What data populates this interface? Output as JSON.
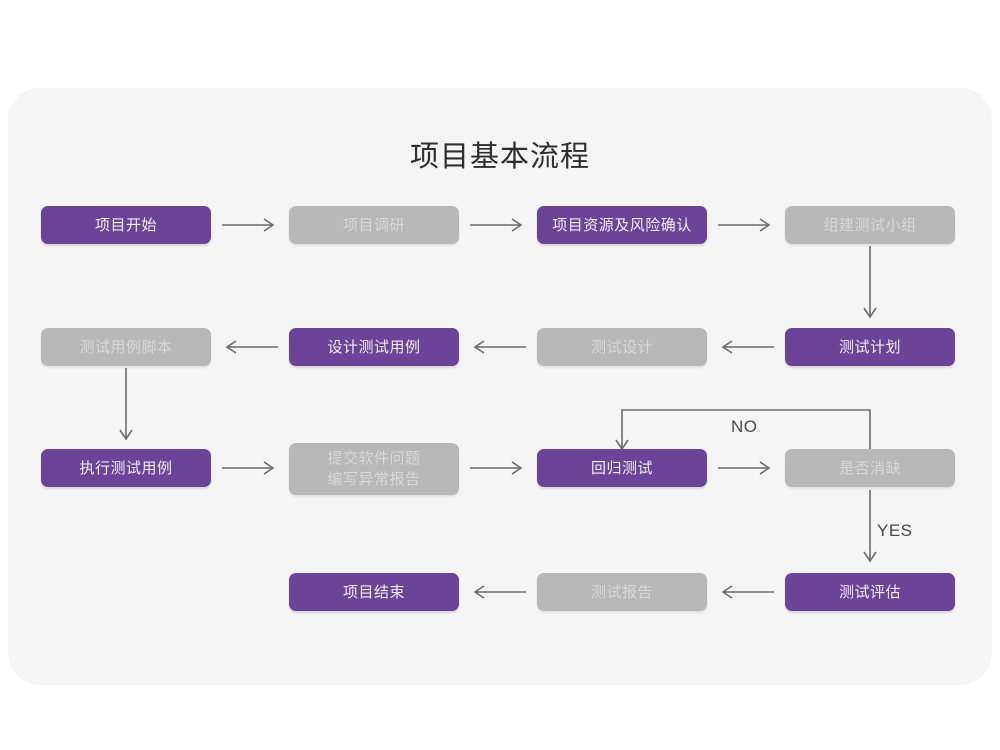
{
  "page": {
    "title": "项目基本流程",
    "background_color": "#ffffff",
    "card_color": "#f5f5f5",
    "accent_purple": "#6b4399",
    "accent_gray": "#b8b8b8"
  },
  "chart_data": {
    "type": "diagram",
    "title": "项目基本流程",
    "nodes": [
      {
        "id": "n1",
        "label": "项目开始",
        "style": "purple",
        "row": 1,
        "col": 1
      },
      {
        "id": "n2",
        "label": "项目调研",
        "style": "gray",
        "row": 1,
        "col": 2
      },
      {
        "id": "n3",
        "label": "项目资源及风险确认",
        "style": "purple",
        "row": 1,
        "col": 3
      },
      {
        "id": "n4",
        "label": "组建测试小组",
        "style": "gray",
        "row": 1,
        "col": 4
      },
      {
        "id": "n5",
        "label": "测试计划",
        "style": "purple",
        "row": 2,
        "col": 4
      },
      {
        "id": "n6",
        "label": "测试设计",
        "style": "gray",
        "row": 2,
        "col": 3
      },
      {
        "id": "n7",
        "label": "设计测试用例",
        "style": "purple",
        "row": 2,
        "col": 2
      },
      {
        "id": "n8",
        "label": "测试用例脚本",
        "style": "gray",
        "row": 2,
        "col": 1
      },
      {
        "id": "n9",
        "label": "执行测试用例",
        "style": "purple",
        "row": 3,
        "col": 1
      },
      {
        "id": "n10",
        "label": "提交软件问题\n编写异常报告",
        "label_line1": "提交软件问题",
        "label_line2": "编写异常报告",
        "style": "gray",
        "row": 3,
        "col": 2
      },
      {
        "id": "n11",
        "label": "回归测试",
        "style": "purple",
        "row": 3,
        "col": 3
      },
      {
        "id": "n12",
        "label": "是否消缺",
        "style": "gray",
        "row": 3,
        "col": 4
      },
      {
        "id": "n13",
        "label": "测试评估",
        "style": "purple",
        "row": 4,
        "col": 4
      },
      {
        "id": "n14",
        "label": "测试报告",
        "style": "gray",
        "row": 4,
        "col": 3
      },
      {
        "id": "n15",
        "label": "项目结束",
        "style": "purple",
        "row": 4,
        "col": 2
      }
    ],
    "edges": [
      {
        "from": "n1",
        "to": "n2",
        "direction": "right",
        "label": ""
      },
      {
        "from": "n2",
        "to": "n3",
        "direction": "right",
        "label": ""
      },
      {
        "from": "n3",
        "to": "n4",
        "direction": "right",
        "label": ""
      },
      {
        "from": "n4",
        "to": "n5",
        "direction": "down",
        "label": ""
      },
      {
        "from": "n5",
        "to": "n6",
        "direction": "left",
        "label": ""
      },
      {
        "from": "n6",
        "to": "n7",
        "direction": "left",
        "label": ""
      },
      {
        "from": "n7",
        "to": "n8",
        "direction": "left",
        "label": ""
      },
      {
        "from": "n8",
        "to": "n9",
        "direction": "down",
        "label": ""
      },
      {
        "from": "n9",
        "to": "n10",
        "direction": "right",
        "label": ""
      },
      {
        "from": "n10",
        "to": "n11",
        "direction": "right",
        "label": ""
      },
      {
        "from": "n11",
        "to": "n12",
        "direction": "right",
        "label": ""
      },
      {
        "from": "n12",
        "to": "n11",
        "direction": "loop-up-left",
        "label": "NO"
      },
      {
        "from": "n12",
        "to": "n13",
        "direction": "down",
        "label": "YES"
      },
      {
        "from": "n13",
        "to": "n14",
        "direction": "left",
        "label": ""
      },
      {
        "from": "n14",
        "to": "n15",
        "direction": "left",
        "label": ""
      }
    ],
    "branch_labels": {
      "no": "NO",
      "yes": "YES"
    }
  }
}
